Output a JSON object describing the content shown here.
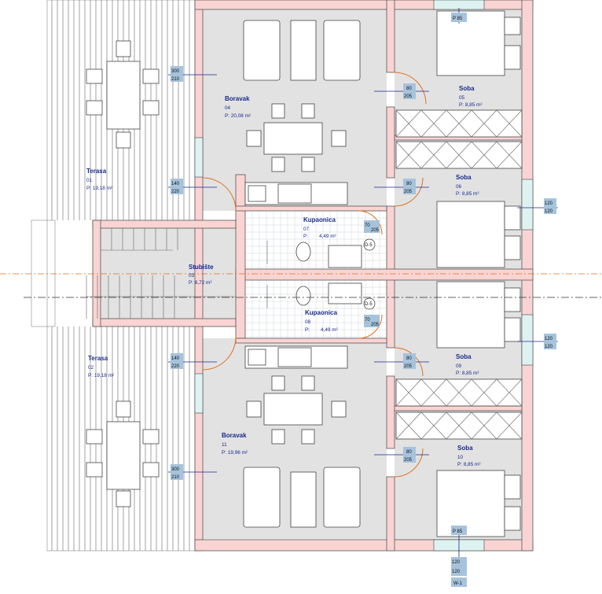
{
  "rooms": [
    {
      "id": "terasa-01",
      "name": "Terasa",
      "number": "01",
      "area": "P: 19,18 m²"
    },
    {
      "id": "boravak-04",
      "name": "Boravak",
      "number": "04",
      "area": "P: 20,08 m²"
    },
    {
      "id": "soba-05",
      "name": "Soba",
      "number": "05",
      "area": "P: 8,85 m²"
    },
    {
      "id": "soba-06",
      "name": "Soba",
      "number": "06",
      "area": "P: 8,85 m²"
    },
    {
      "id": "kupaonica-07",
      "name": "Kupaonica",
      "number": "07",
      "area_prefix": "P:",
      "area": "4,49 m²"
    },
    {
      "id": "stubiste-03",
      "name": "Stubište",
      "number": "03",
      "area": "P: 6,72 m²"
    },
    {
      "id": "kupaonica-08",
      "name": "Kupaonica",
      "number": "08",
      "area_prefix": "P:",
      "area": "4,49 m²"
    },
    {
      "id": "terasa-02",
      "name": "Terasa",
      "number": "02",
      "area": "P: 19,18 m²"
    },
    {
      "id": "soba-09",
      "name": "Soba",
      "number": "09",
      "area": "P: 8,85 m²"
    },
    {
      "id": "boravak-11",
      "name": "Boravak",
      "number": "11",
      "area": "P: 19,96 m²"
    },
    {
      "id": "soba-10",
      "name": "Soba",
      "number": "10",
      "area": "P: 8,85 m²"
    }
  ],
  "openings": [
    {
      "id": "op-terasa01",
      "w": "300",
      "h": "210"
    },
    {
      "id": "op-terasa01-door",
      "w": "140",
      "h": "220"
    },
    {
      "id": "op-soba05-door",
      "w": "80",
      "h": "205"
    },
    {
      "id": "op-soba06-door",
      "w": "80",
      "h": "205"
    },
    {
      "id": "op-soba06-win",
      "w": "120",
      "h": "120"
    },
    {
      "id": "op-terasa02-door",
      "w": "140",
      "h": "220"
    },
    {
      "id": "op-soba09-door",
      "w": "80",
      "h": "205"
    },
    {
      "id": "op-soba09-win",
      "w": "120",
      "h": "120"
    },
    {
      "id": "op-soba10-door",
      "w": "80",
      "h": "205"
    },
    {
      "id": "op-terasa02",
      "w": "300",
      "h": "210"
    },
    {
      "id": "op-bottom-win",
      "w": "120",
      "h": "120"
    },
    {
      "id": "op-kup07-v",
      "w": "70",
      "h": "205"
    },
    {
      "id": "op-kup08-v",
      "w": "70",
      "h": "205"
    }
  ],
  "labels": {
    "top_window": "P 85",
    "bottom_window": "P 85",
    "door_tag_1": "D-5",
    "door_tag_2": "D-5",
    "wall_tag": "W-1"
  }
}
